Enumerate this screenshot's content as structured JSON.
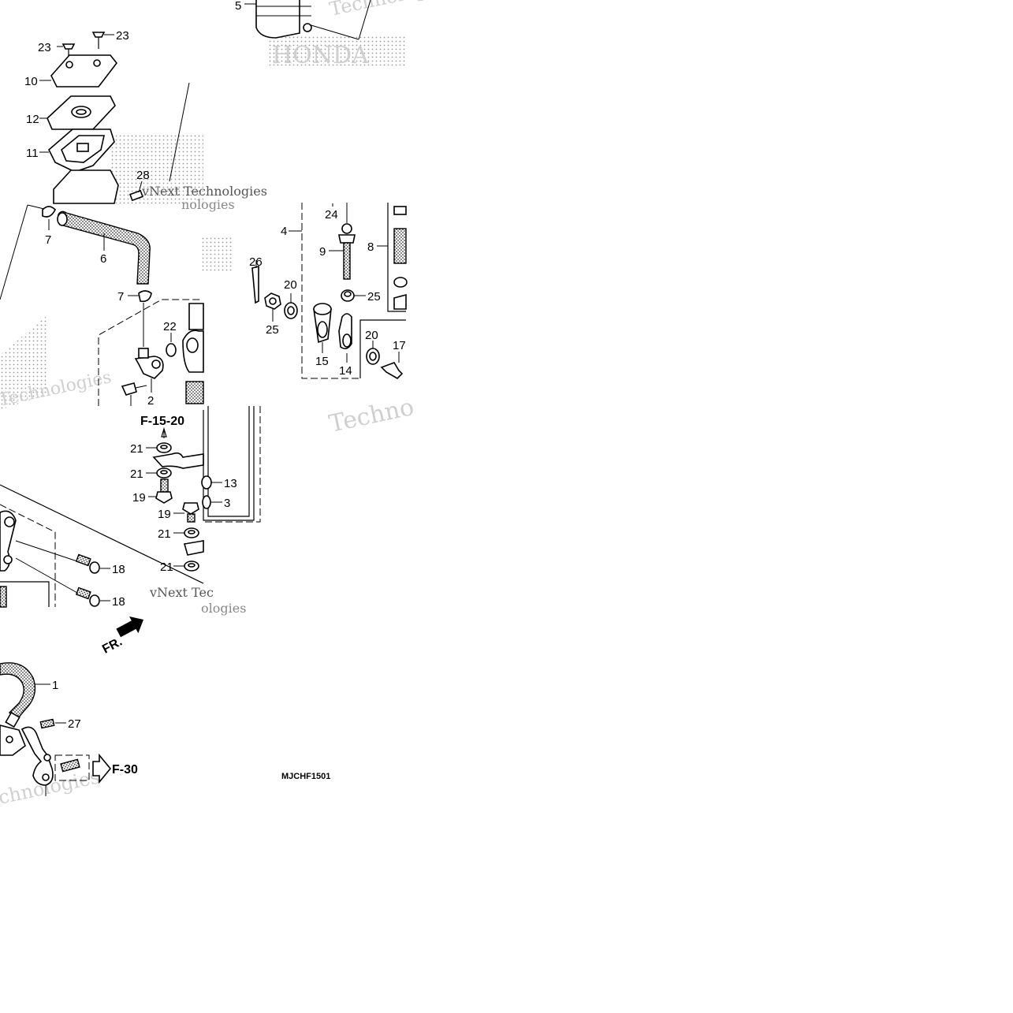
{
  "diagram": {
    "code": "MJCHF1501",
    "ref_top": "F-15-20",
    "ref_bottom": "F-30",
    "front_marker": "FR.",
    "watermarks": [
      "vNext Technologies",
      "HONDA"
    ],
    "callouts": [
      {
        "n": "5"
      },
      {
        "n": "23"
      },
      {
        "n": "23"
      },
      {
        "n": "10"
      },
      {
        "n": "12"
      },
      {
        "n": "11"
      },
      {
        "n": "28"
      },
      {
        "n": "7"
      },
      {
        "n": "6"
      },
      {
        "n": "7"
      },
      {
        "n": "22"
      },
      {
        "n": "2"
      },
      {
        "n": "26"
      },
      {
        "n": "20"
      },
      {
        "n": "25"
      },
      {
        "n": "4"
      },
      {
        "n": "24"
      },
      {
        "n": "9"
      },
      {
        "n": "8"
      },
      {
        "n": "25"
      },
      {
        "n": "15"
      },
      {
        "n": "14"
      },
      {
        "n": "20"
      },
      {
        "n": "17"
      },
      {
        "n": "21"
      },
      {
        "n": "21"
      },
      {
        "n": "19"
      },
      {
        "n": "13"
      },
      {
        "n": "3"
      },
      {
        "n": "19"
      },
      {
        "n": "21"
      },
      {
        "n": "21"
      },
      {
        "n": "18"
      },
      {
        "n": "18"
      },
      {
        "n": "1"
      },
      {
        "n": "27"
      }
    ]
  }
}
